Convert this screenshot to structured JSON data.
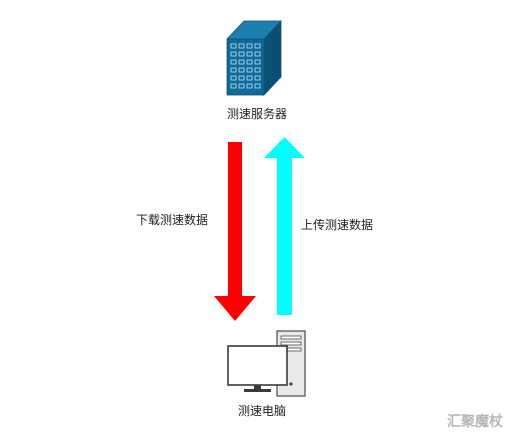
{
  "nodes": {
    "server": {
      "label": "测速服务器",
      "icon": "server-building-icon"
    },
    "computer": {
      "label": "测速电脑",
      "icon": "desktop-computer-icon"
    }
  },
  "edges": {
    "download": {
      "label": "下载测速数据",
      "direction": "down",
      "color": "#ff0000"
    },
    "upload": {
      "label": "上传测速数据",
      "direction": "up",
      "color": "#00ffff"
    }
  },
  "watermark": {
    "text": "汇聚魔杖"
  }
}
